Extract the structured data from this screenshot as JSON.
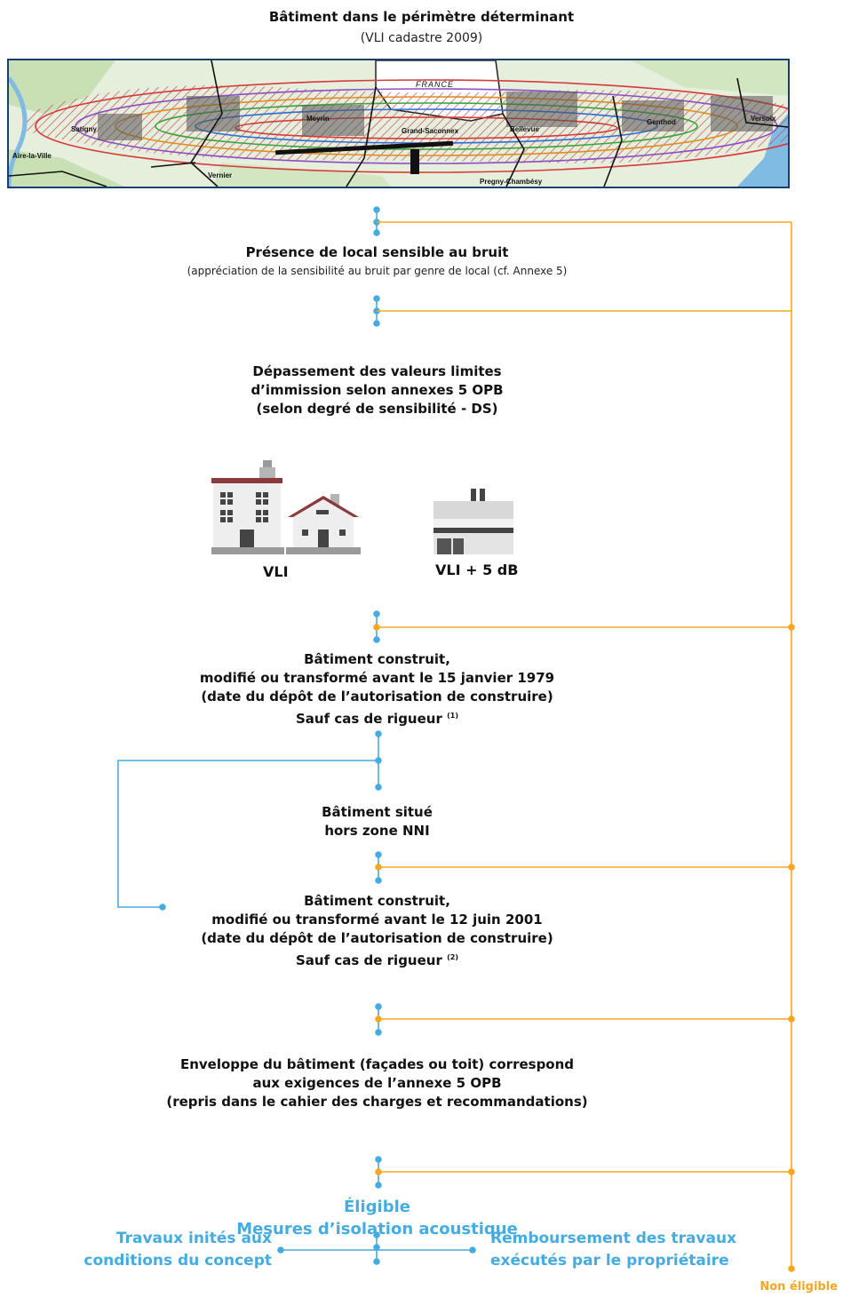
{
  "header": {
    "title": "Bâtiment dans le périmètre déterminant",
    "subtitle": "(VLI cadastre 2009)"
  },
  "map": {
    "places": [
      {
        "name": "FRANCE"
      },
      {
        "name": "Satigny"
      },
      {
        "name": "Aire-la-Ville"
      },
      {
        "name": "Meyrin"
      },
      {
        "name": "Grand-Saconnex"
      },
      {
        "name": "Bellevue"
      },
      {
        "name": "Genthod"
      },
      {
        "name": "Versoix"
      },
      {
        "name": "Vernier"
      },
      {
        "name": "Pregny-Chambésy"
      }
    ],
    "colors": {
      "border": "#1a3f6e",
      "land": "#e6eedc",
      "hatch": "#c33f5a",
      "water": "#7fbbe2"
    }
  },
  "steps": {
    "s1": {
      "title": "Présence de local sensible au bruit",
      "note": "(appréciation de la sensibilité au bruit par genre de local (cf. Annexe 5)"
    },
    "s2": {
      "line1": "Dépassement des valeurs limites",
      "line2": "d’immission selon annexes 5 OPB",
      "line3": "(selon degré de sensibilité - DS)"
    },
    "s3": {
      "line1": "Bâtiment construit,",
      "line2": "modifié ou transformé avant le 15 janvier 1979",
      "line3": "(date du dépôt de l’autorisation de construire)",
      "line4": "Sauf cas de rigueur",
      "ref": "(1)"
    },
    "s4": {
      "line1": "Bâtiment situé",
      "line2": "hors zone NNI"
    },
    "s5": {
      "line1": "Bâtiment construit,",
      "line2": "modifié ou transformé avant le 12 juin 2001",
      "line3": "(date du dépôt de l’autorisation de construire)",
      "line4": "Sauf cas de rigueur",
      "ref": "(2)"
    },
    "s6": {
      "line1": "Enveloppe du bâtiment (façades ou toit) correspond",
      "line2": "aux exigences de l’annexe 5 OPB",
      "line3": "(repris dans le cahier des charges et recommandations)"
    }
  },
  "buildings": {
    "left_label": "VLI",
    "right_label": "VLI + 5 dB"
  },
  "outcome": {
    "eligible": "Éligible",
    "measures": "Mesures d’isolation acoustique",
    "left_line1": "Travaux inités aux",
    "left_line2": "conditions du concept",
    "right_line1": "Remboursement des travaux",
    "right_line2": "exécutés par le propriétaire",
    "non_eligible": "Non éligible"
  },
  "colors": {
    "flow_blue": "#45ace0",
    "flow_orange": "#f5a623",
    "text": "#111111"
  }
}
